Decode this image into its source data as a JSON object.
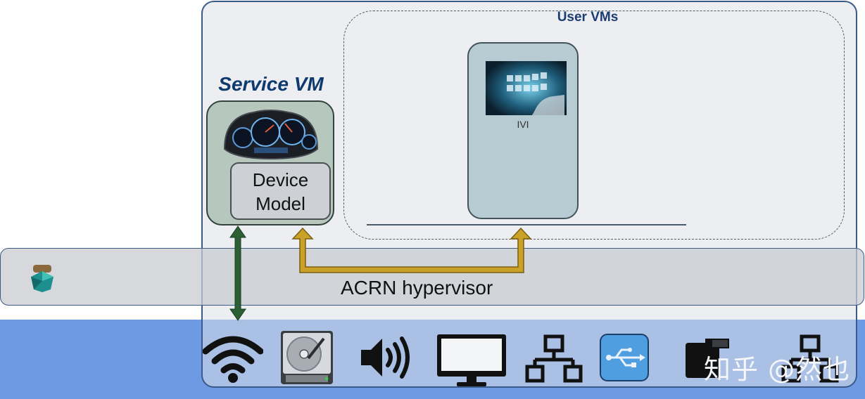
{
  "user_vms": {
    "title": "User VMs"
  },
  "service_vm": {
    "title": "Service VM",
    "device_model_line1": "Device",
    "device_model_line2": "Model"
  },
  "ivi": {
    "label": "IVI"
  },
  "hypervisor": {
    "label": "ACRN hypervisor"
  },
  "watermark": {
    "text": "知乎 @然也"
  },
  "colors": {
    "hardware_band": "#6e9ae3",
    "arrow_green": "#2d5f34",
    "arrow_gold": "#c9a227",
    "title_blue": "#0e3a70"
  },
  "icons": [
    "acrn-logo-icon",
    "dashboard-cluster-icon",
    "ivi-screen-icon",
    "wifi-icon",
    "hard-disk-icon",
    "speaker-icon",
    "monitor-icon",
    "network-icon",
    "usb-icon",
    "camera-icon",
    "network-icon-2"
  ]
}
